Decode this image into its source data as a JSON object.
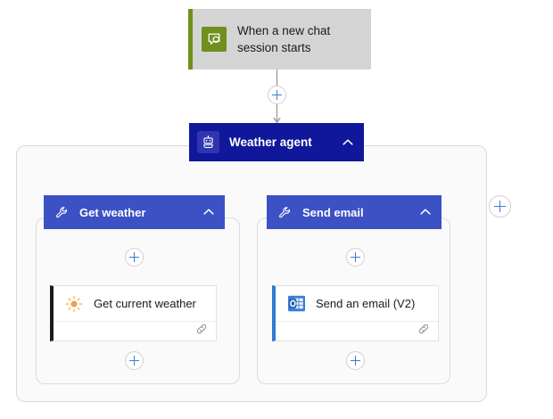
{
  "flow": {
    "trigger": {
      "label": "When a new chat session starts",
      "icon": "chat-bubble-icon",
      "accent_color": "#6f8f1e",
      "background_color": "#d4d4d4"
    },
    "agent": {
      "label": "Weather agent",
      "icon": "robot-icon",
      "collapse_icon": "chevron-up-icon",
      "background_color": "#11179b"
    },
    "tools": [
      {
        "label": "Get weather",
        "icon": "wrench-icon",
        "collapse_icon": "chevron-up-icon",
        "background_color": "#3b51c4",
        "action": {
          "label": "Get current weather",
          "icon": "sun-icon",
          "accent_color": "#1b1b1b",
          "footer_icon": "link-icon"
        }
      },
      {
        "label": "Send email",
        "icon": "wrench-icon",
        "collapse_icon": "chevron-up-icon",
        "background_color": "#3b51c4",
        "action": {
          "label": "Send an email (V2)",
          "icon": "outlook-icon",
          "accent_color": "#2b7cd3",
          "footer_icon": "link-icon"
        }
      }
    ],
    "add_buttons": [
      {
        "name": "add-step-after-trigger",
        "icon": "plus-icon"
      },
      {
        "name": "add-step-get-weather-top",
        "icon": "plus-icon"
      },
      {
        "name": "add-step-send-email-top",
        "icon": "plus-icon"
      },
      {
        "name": "add-step-get-weather-bottom",
        "icon": "plus-icon"
      },
      {
        "name": "add-step-send-email-bottom",
        "icon": "plus-icon"
      },
      {
        "name": "add-tool-to-agent",
        "icon": "plus-icon"
      }
    ],
    "colors": {
      "connector": "#9a9a9a",
      "plus_accent": "#3b7dd8",
      "canvas": "#ffffff",
      "group_fill": "#fafafa",
      "group_border": "#d9d9d9"
    }
  }
}
